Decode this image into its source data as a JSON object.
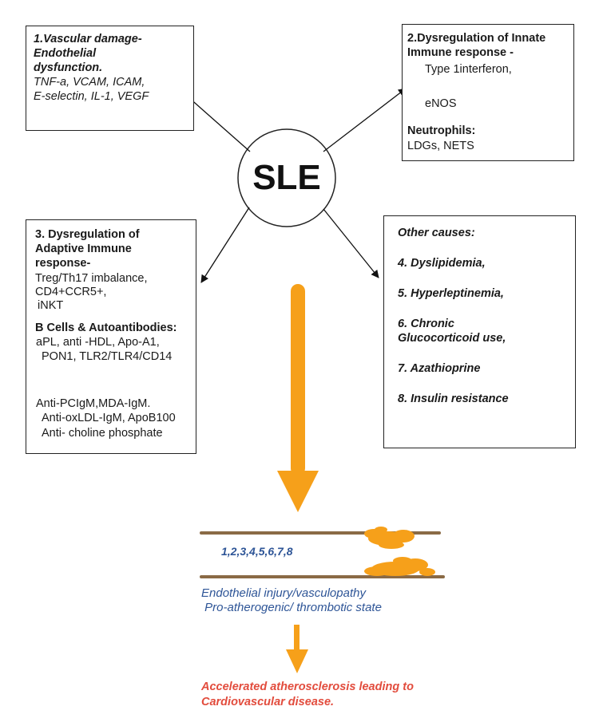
{
  "colors": {
    "orange": "#f6a01a",
    "blue": "#2e5597",
    "red": "#e24c3d",
    "vessel": "#8a6a45"
  },
  "center": {
    "label": "SLE"
  },
  "box1": {
    "title_line1": "1.Vascular damage-",
    "title_line2": "Endothelial",
    "title_line3": "dysfunction.",
    "items_line1": "TNF-a, VCAM, ICAM,",
    "items_line2": "E-selectin, IL-1, VEGF"
  },
  "box2": {
    "title_line1": "2.Dysregulation of  Innate",
    "title_line2": "Immune response -",
    "up_item": "Type 1interferon,",
    "down_item": "eNOS",
    "neutrophils_label": "Neutrophils:",
    "neutrophils_items": "LDGs, NETS"
  },
  "box3": {
    "title_line1": "3. Dysregulation of",
    "title_line2": "Adaptive Immune",
    "title_line3": "response-",
    "line1": "Treg/Th17 imbalance,",
    "line2": "CD4+CCR5+,",
    "down_item": "iNKT",
    "bcells_label": "B Cells & Autoantibodies:",
    "up_line1": "aPL, anti -HDL, Apo-A1,",
    "up_line2": "PON1, TLR2/TLR4/CD14",
    "down_line1": "Anti-PCIgM,MDA-IgM.",
    "down_line2": "Anti-oxLDL-IgM, ApoB100",
    "down_line3": "Anti- choline phosphate"
  },
  "box4": {
    "heading": "Other causes:",
    "items": [
      {
        "line1": "4. Dyslipidemia,"
      },
      {
        "line1": "5. Hyperleptinemia,"
      },
      {
        "line1": "6. Chronic",
        "line2": "Glucocorticoid use,"
      },
      {
        "line1": "7. Azathioprine"
      },
      {
        "line1": "8. Insulin resistance"
      }
    ]
  },
  "vessel": {
    "label": "1,2,3,4,5,6,7,8"
  },
  "result": {
    "line1": "Endothelial injury/vasculopathy",
    "line2": " Pro-atherogenic/ thrombotic state"
  },
  "outcome": {
    "line1": "Accelerated atherosclerosis leading to",
    "line2": "Cardiovascular disease."
  }
}
